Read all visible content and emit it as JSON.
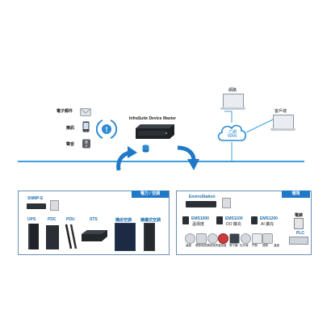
{
  "notifications": {
    "email": "電子郵件",
    "sms": "簡訊",
    "voice": "聲音"
  },
  "server": {
    "name": "InfraSuite Device Master"
  },
  "network": {
    "cloud_line1": "乙網",
    "cloud_line2": "WAN"
  },
  "clients": {
    "top": "網路",
    "right": "客戶端"
  },
  "power_panel": {
    "tag": "電力 / 空調",
    "snmp": "SNMP-E",
    "devices": [
      "UPS",
      "PDC",
      "PDU",
      "STS",
      "機房空調",
      "機櫃式空調"
    ]
  },
  "env_panel": {
    "tag": "環境",
    "main": "EnviroStation",
    "modules": [
      {
        "name": "EMS1000",
        "desc": "溫濕度"
      },
      {
        "name": "EMS1100",
        "desc": "DO 擴充"
      },
      {
        "name": "EMS1200",
        "desc": "AI 擴充"
      }
    ],
    "meter": "電錶",
    "plc": "PLC",
    "sensors": [
      "溫度",
      "煙霧偵測",
      "漏液偵測",
      "溫濕度",
      "電子鎖",
      "紅外線",
      "門禁",
      "煙霧",
      "溫度"
    ]
  },
  "colors": {
    "accent": "#1f78c8",
    "line": "#3aa0dc"
  }
}
